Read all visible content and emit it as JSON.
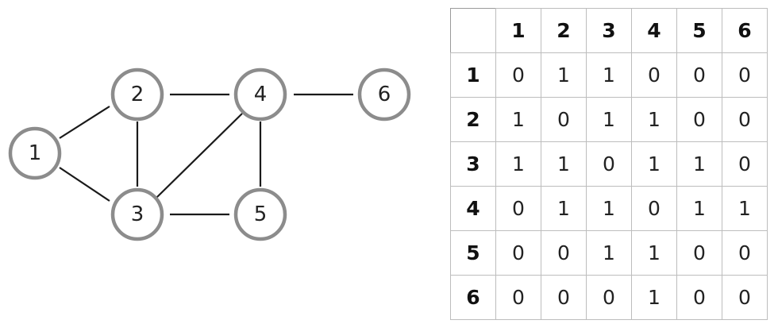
{
  "graph": {
    "nodes": [
      {
        "id": "1",
        "label": "1"
      },
      {
        "id": "2",
        "label": "2"
      },
      {
        "id": "3",
        "label": "3"
      },
      {
        "id": "4",
        "label": "4"
      },
      {
        "id": "5",
        "label": "5"
      },
      {
        "id": "6",
        "label": "6"
      }
    ],
    "edges": [
      [
        "1",
        "2"
      ],
      [
        "1",
        "3"
      ],
      [
        "2",
        "3"
      ],
      [
        "2",
        "4"
      ],
      [
        "3",
        "4"
      ],
      [
        "3",
        "5"
      ],
      [
        "4",
        "5"
      ],
      [
        "4",
        "6"
      ]
    ]
  },
  "matrix": {
    "corner": "",
    "col_headers": [
      "1",
      "2",
      "3",
      "4",
      "5",
      "6"
    ],
    "rows": [
      {
        "header": "1",
        "cells": [
          "0",
          "1",
          "1",
          "0",
          "0",
          "0"
        ]
      },
      {
        "header": "2",
        "cells": [
          "1",
          "0",
          "1",
          "1",
          "0",
          "0"
        ]
      },
      {
        "header": "3",
        "cells": [
          "1",
          "1",
          "0",
          "1",
          "1",
          "0"
        ]
      },
      {
        "header": "4",
        "cells": [
          "0",
          "1",
          "1",
          "0",
          "1",
          "1"
        ]
      },
      {
        "header": "5",
        "cells": [
          "0",
          "0",
          "1",
          "1",
          "0",
          "0"
        ]
      },
      {
        "header": "6",
        "cells": [
          "0",
          "0",
          "0",
          "1",
          "0",
          "0"
        ]
      }
    ]
  }
}
